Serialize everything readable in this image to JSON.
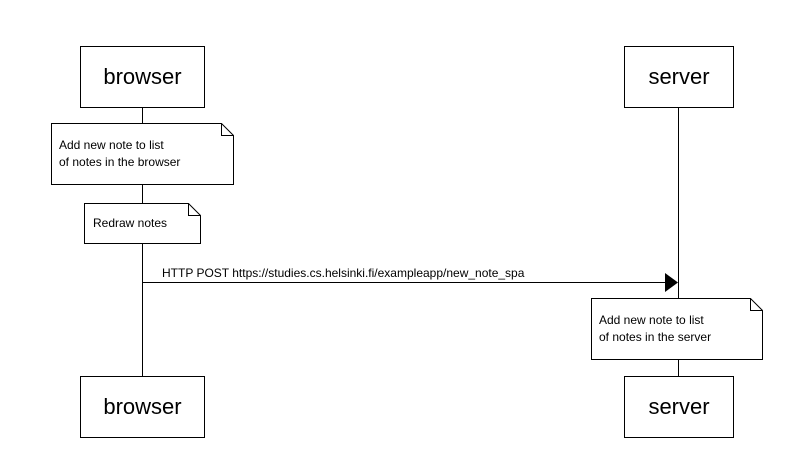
{
  "participants": {
    "browser": "browser",
    "server": "server"
  },
  "notes": {
    "browser_add": "Add new note to list\nof notes in the browser",
    "browser_redraw": "Redraw notes",
    "server_add": "Add new note to list\nof notes in the server"
  },
  "messages": {
    "http_post": "HTTP POST https://studies.cs.helsinki.fi/exampleapp/new_note_spa"
  },
  "colors": {
    "line": "#000000",
    "background": "#ffffff"
  }
}
